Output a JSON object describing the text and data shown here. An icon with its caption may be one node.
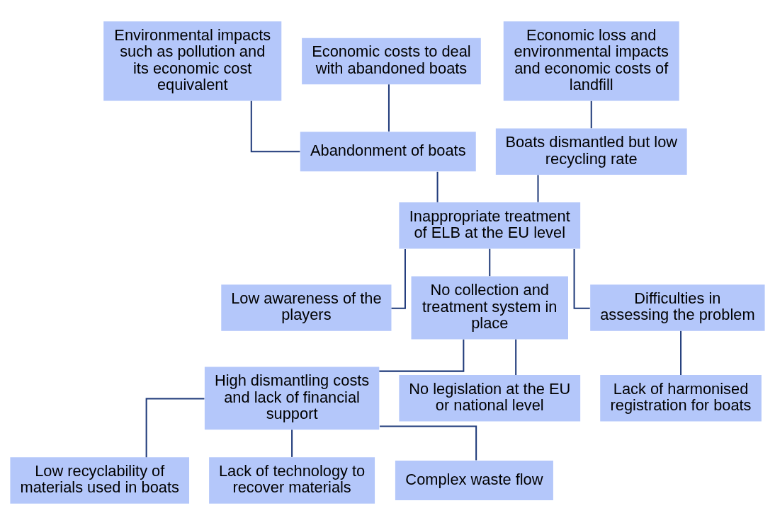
{
  "diagram": {
    "nodes": [
      {
        "text": [
          "Environmental impacts such as pollution and its economic cost equivalent"
        ]
      },
      {
        "text": [
          "Economic costs to deal with abandoned boats"
        ]
      },
      {
        "text": [
          "Economic loss and environmental impacts and economic costs of landfill"
        ]
      },
      {
        "text": [
          "Abandonment of boats"
        ]
      },
      {
        "text": [
          "Boats dismantled but low recycling rate"
        ]
      },
      {
        "text": [
          "Inappropriate treatment of ELB at the EU level"
        ]
      },
      {
        "text": [
          "Low awareness of the players"
        ]
      },
      {
        "text": [
          "No collection and treatment system in place"
        ]
      },
      {
        "text": [
          "Difficulties in assessing the problem"
        ]
      },
      {
        "text": [
          "High dismantling costs and lack of financial support"
        ]
      },
      {
        "text": [
          "No legislation at the EU or national level"
        ]
      },
      {
        "text": [
          "Lack of harmonised registration for boats"
        ]
      },
      {
        "text": [
          "Low recyclability of materials used in boats"
        ]
      },
      {
        "text": [
          "Lack of technology to recover materials"
        ]
      },
      {
        "text": [
          "Complex waste flow"
        ]
      }
    ],
    "edges": [
      {
        "from": 0,
        "to": 3,
        "arrow": "none"
      },
      {
        "from": 1,
        "to": 3,
        "arrow": "none"
      },
      {
        "from": 2,
        "to": 4,
        "arrow": "none"
      },
      {
        "from": 3,
        "to": 5,
        "arrow": "none"
      },
      {
        "from": 4,
        "to": 5,
        "arrow": "none"
      },
      {
        "from": 5,
        "to": 6,
        "arrow": "none"
      },
      {
        "from": 5,
        "to": 7,
        "arrow": "none"
      },
      {
        "from": 5,
        "to": 8,
        "arrow": "none"
      },
      {
        "from": 7,
        "to": 9,
        "arrow": "none"
      },
      {
        "from": 7,
        "to": 10,
        "arrow": "none"
      },
      {
        "from": 8,
        "to": 11,
        "arrow": "none"
      },
      {
        "from": 9,
        "to": 12,
        "arrow": "none"
      },
      {
        "from": 9,
        "to": 13,
        "arrow": "none"
      },
      {
        "from": 9,
        "to": 14,
        "arrow": "none"
      }
    ]
  }
}
